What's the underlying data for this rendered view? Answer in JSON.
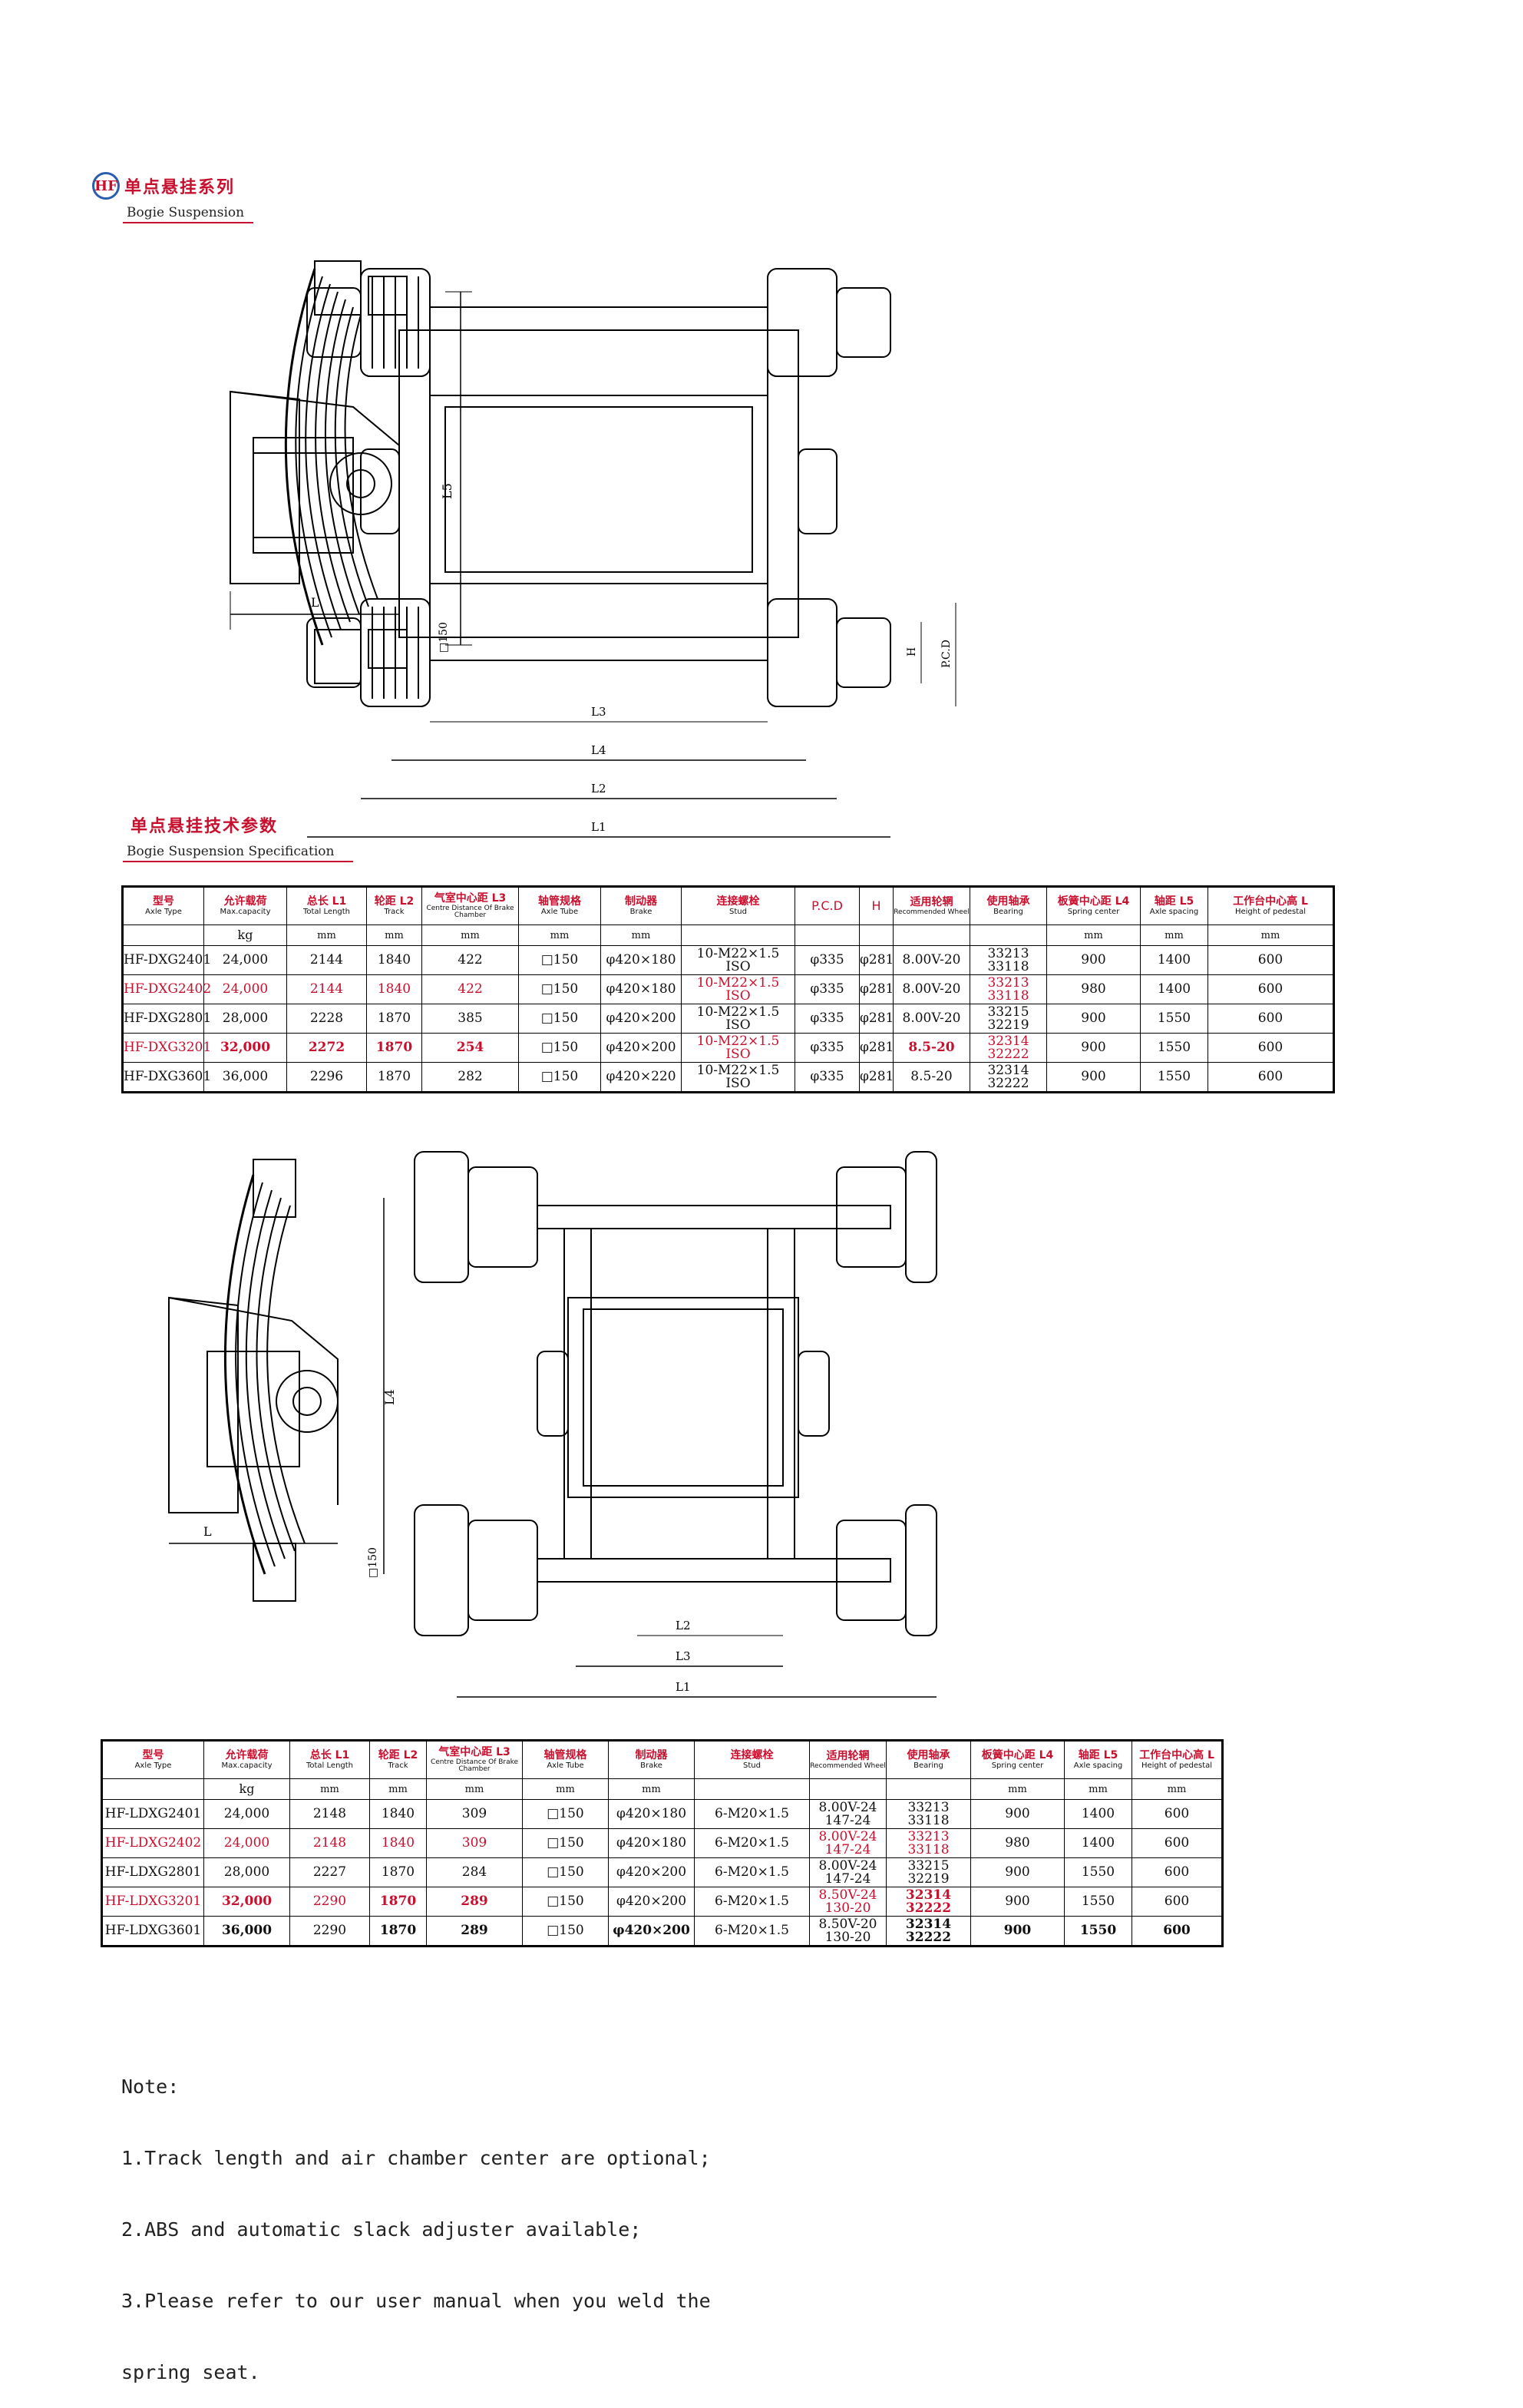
{
  "section1": {
    "logo_text": "HF",
    "title_cn": "单点悬挂系列",
    "title_en": "Bogie Suspension"
  },
  "drawing1_labels": {
    "L": "L",
    "L5": "L5",
    "square150": "□150",
    "L1": "L1",
    "L2": "L2",
    "L3": "L3",
    "L4": "L4",
    "H": "H",
    "PCD": "P.C.D"
  },
  "section2": {
    "title_cn": "单点悬挂技术参数",
    "title_en": "Bogie Suspension Specification"
  },
  "table1": {
    "headers": [
      {
        "cn": "",
        "en": ""
      },
      {
        "cn": "允许载荷",
        "en": "Max.capacity"
      },
      {
        "cn": "总长 L1",
        "en": "Total Length"
      },
      {
        "cn": "轮距 L2",
        "en": "Track"
      },
      {
        "cn": "气室中心距 L3",
        "en": "Centre Distance Of Brake Chamber"
      },
      {
        "cn": "轴管规格",
        "en": "Axle Tube"
      },
      {
        "cn": "制动器",
        "en": "Brake"
      },
      {
        "cn": "连接螺栓",
        "en": "Stud"
      },
      {
        "cn": "P.C.D",
        "en": ""
      },
      {
        "cn": "H",
        "en": ""
      },
      {
        "cn": "适用轮辋",
        "en": "Recommended Wheel"
      },
      {
        "cn": "使用轴承",
        "en": "Bearing"
      },
      {
        "cn": "板簧中心距 L4",
        "en": "Spring center"
      },
      {
        "cn": "轴距 L5",
        "en": "Axle spacing"
      },
      {
        "cn": "工作台中心高 L",
        "en": "Height of pedestal"
      }
    ],
    "first_header_cn": "型号",
    "first_header_en": "Axle Type",
    "units": [
      "",
      "kg",
      "mm",
      "mm",
      "mm",
      "mm",
      "mm",
      "",
      "",
      "",
      "",
      "",
      "mm",
      "mm",
      "mm"
    ],
    "rows": [
      {
        "model": "HF-DXG2401",
        "capacity": "24,000",
        "l1": "2144",
        "l2": "1840",
        "l3": "422",
        "tube": "□150",
        "brake": "φ420×180",
        "stud1": "10-M22×1.5",
        "stud2": "ISO",
        "pcd": "φ335",
        "h": "φ281",
        "wheel": "8.00V-20",
        "bearing1": "33213",
        "bearing2": "33118",
        "l4": "900",
        "l5": "1400",
        "l": "600",
        "style": ""
      },
      {
        "model": "HF-DXG2402",
        "capacity": "24,000",
        "l1": "2144",
        "l2": "1840",
        "l3": "422",
        "tube": "□150",
        "brake": "φ420×180",
        "stud1": "10-M22×1.5",
        "stud2": "ISO",
        "pcd": "φ335",
        "h": "φ281",
        "wheel": "8.00V-20",
        "bearing1": "33213",
        "bearing2": "33118",
        "l4": "980",
        "l5": "1400",
        "l": "600",
        "style": "red"
      },
      {
        "model": "HF-DXG2801",
        "capacity": "28,000",
        "l1": "2228",
        "l2": "1870",
        "l3": "385",
        "tube": "□150",
        "brake": "φ420×200",
        "stud1": "10-M22×1.5",
        "stud2": "ISO",
        "pcd": "φ335",
        "h": "φ281",
        "wheel": "8.00V-20",
        "bearing1": "33215",
        "bearing2": "32219",
        "l4": "900",
        "l5": "1550",
        "l": "600",
        "style": ""
      },
      {
        "model": "HF-DXG3201",
        "capacity": "32,000",
        "l1": "2272",
        "l2": "1870",
        "l3": "254",
        "tube": "□150",
        "brake": "φ420×200",
        "stud1": "10-M22×1.5",
        "stud2": "ISO",
        "pcd": "φ335",
        "h": "φ281",
        "wheel": "8.5-20",
        "bearing1": "32314",
        "bearing2": "32222",
        "l4": "900",
        "l5": "1550",
        "l": "600",
        "style": "red"
      },
      {
        "model": "HF-DXG3601",
        "capacity": "36,000",
        "l1": "2296",
        "l2": "1870",
        "l3": "282",
        "tube": "□150",
        "brake": "φ420×220",
        "stud1": "10-M22×1.5",
        "stud2": "ISO",
        "pcd": "φ335",
        "h": "φ281",
        "wheel": "8.5-20",
        "bearing1": "32314",
        "bearing2": "32222",
        "l4": "900",
        "l5": "1550",
        "l": "600",
        "style": ""
      }
    ]
  },
  "drawing2_labels": {
    "L": "L",
    "L4": "L4",
    "square150": "□150",
    "L1": "L1",
    "L2": "L2",
    "L3": "L3"
  },
  "table2": {
    "headers": [
      {
        "cn": "型号",
        "en": "Axle Type"
      },
      {
        "cn": "允许载荷",
        "en": "Max.capacity"
      },
      {
        "cn": "总长 L1",
        "en": "Total Length"
      },
      {
        "cn": "轮距 L2",
        "en": "Track"
      },
      {
        "cn": "气室中心距 L3",
        "en": "Centre Distance Of Brake Chamber"
      },
      {
        "cn": "轴管规格",
        "en": "Axle Tube"
      },
      {
        "cn": "制动器",
        "en": "Brake"
      },
      {
        "cn": "连接螺栓",
        "en": "Stud"
      },
      {
        "cn": "适用轮辋",
        "en": "Recommended Wheel"
      },
      {
        "cn": "使用轴承",
        "en": "Bearing"
      },
      {
        "cn": "板簧中心距 L4",
        "en": "Spring center"
      },
      {
        "cn": "轴距 L5",
        "en": "Axle spacing"
      },
      {
        "cn": "工作台中心高 L",
        "en": "Height of pedestal"
      }
    ],
    "units": [
      "",
      "kg",
      "mm",
      "mm",
      "mm",
      "mm",
      "mm",
      "",
      "",
      "",
      "mm",
      "mm",
      "mm"
    ],
    "rows": [
      {
        "model": "HF-LDXG2401",
        "capacity": "24,000",
        "l1": "2148",
        "l2": "1840",
        "l3": "309",
        "tube": "□150",
        "brake": "φ420×180",
        "stud": "6-M20×1.5",
        "wheel1": "8.00V-24",
        "wheel2": "147-24",
        "bearing1": "33213",
        "bearing2": "33118",
        "l4": "900",
        "l5": "1400",
        "l": "600",
        "style": ""
      },
      {
        "model": "HF-LDXG2402",
        "capacity": "24,000",
        "l1": "2148",
        "l2": "1840",
        "l3": "309",
        "tube": "□150",
        "brake": "φ420×180",
        "stud": "6-M20×1.5",
        "wheel1": "8.00V-24",
        "wheel2": "147-24",
        "bearing1": "33213",
        "bearing2": "33118",
        "l4": "980",
        "l5": "1400",
        "l": "600",
        "style": "red"
      },
      {
        "model": "HF-LDXG2801",
        "capacity": "28,000",
        "l1": "2227",
        "l2": "1870",
        "l3": "284",
        "tube": "□150",
        "brake": "φ420×200",
        "stud": "6-M20×1.5",
        "wheel1": "8.00V-24",
        "wheel2": "147-24",
        "bearing1": "33215",
        "bearing2": "32219",
        "l4": "900",
        "l5": "1550",
        "l": "600",
        "style": ""
      },
      {
        "model": "HF-LDXG3201",
        "capacity": "32,000",
        "l1": "2290",
        "l2": "1870",
        "l3": "289",
        "tube": "□150",
        "brake": "φ420×200",
        "stud": "6-M20×1.5",
        "wheel1": "8.50V-24",
        "wheel2": "130-20",
        "bearing1": "32314",
        "bearing2": "32222",
        "l4": "900",
        "l5": "1550",
        "l": "600",
        "style": "red"
      },
      {
        "model": "HF-LDXG3601",
        "capacity": "36,000",
        "l1": "2290",
        "l2": "1870",
        "l3": "289",
        "tube": "□150",
        "brake": "φ420×200",
        "stud": "6-M20×1.5",
        "wheel1": "8.50V-20",
        "wheel2": "130-20",
        "bearing1": "32314",
        "bearing2": "32222",
        "l4": "900",
        "l5": "1550",
        "l": "600",
        "style": ""
      }
    ]
  },
  "notes": {
    "title": "Note:",
    "items": [
      "1.Track length and air chamber center are optional;",
      "2.ABS and automatic slack adjuster available;",
      "3.Please refer to our user manual when you weld the",
      "spring seat."
    ]
  }
}
